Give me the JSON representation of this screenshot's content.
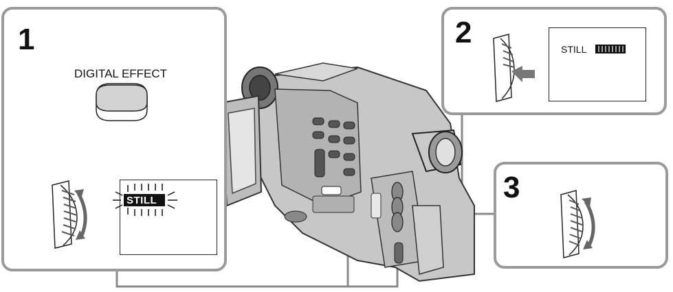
{
  "steps": [
    {
      "number": "1",
      "button_label": "DIGITAL EFFECT",
      "display_text": "STILL"
    },
    {
      "number": "2",
      "display_text": "STILL"
    },
    {
      "number": "3"
    }
  ]
}
